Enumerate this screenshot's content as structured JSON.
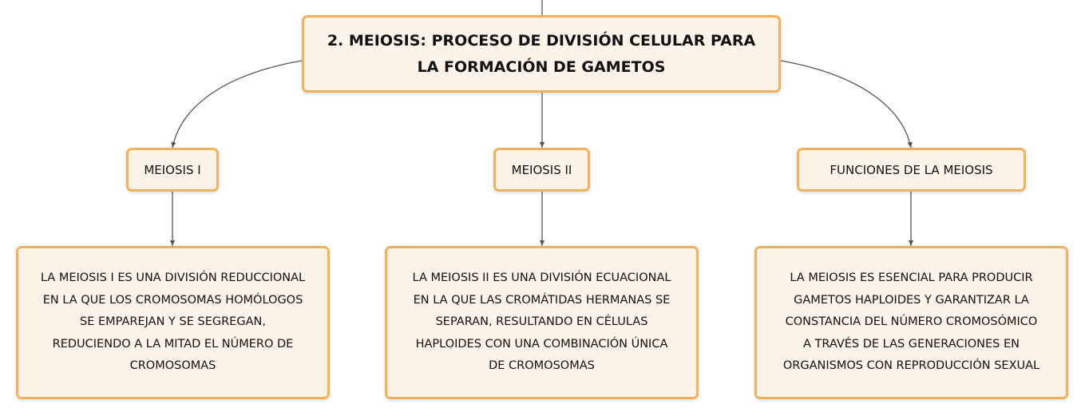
{
  "root": {
    "line1": "2. MEIOSIS: PROCESO DE DIVISIÓN CELULAR PARA",
    "line2": "LA FORMACIÓN DE GAMETOS"
  },
  "branches": [
    {
      "title": "MEIOSIS I",
      "lines": [
        "LA MEIOSIS I ES UNA DIVISIÓN REDUCCIONAL",
        "EN LA QUE LOS CROMOSOMAS HOMÓLOGOS",
        "SE EMPAREJAN Y SE SEGREGAN,",
        "REDUCIENDO A LA MITAD EL NÚMERO DE",
        "CROMOSOMAS"
      ]
    },
    {
      "title": "MEIOSIS II",
      "lines": [
        "LA MEIOSIS II ES UNA DIVISIÓN ECUACIONAL",
        "EN LA QUE LAS CROMÁTIDAS HERMANAS SE",
        "SEPARAN, RESULTANDO EN CÉLULAS",
        "HAPLOIDES CON UNA COMBINACIÓN ÚNICA",
        "DE CROMOSOMAS"
      ]
    },
    {
      "title": "FUNCIONES DE LA MEIOSIS",
      "lines": [
        "LA MEIOSIS ES ESENCIAL PARA PRODUCIR",
        "GAMETOS HAPLOIDES Y GARANTIZAR LA",
        "CONSTANCIA DEL NÚMERO CROMOSÓMICO",
        "A TRAVÉS DE LAS GENERACIONES EN",
        "ORGANISMOS CON REPRODUCCIÓN SEXUAL"
      ]
    }
  ],
  "colors": {
    "node_fill": "#fef3e8",
    "node_border": "#f4b05a",
    "connector": "#555555",
    "text": "#111111"
  }
}
